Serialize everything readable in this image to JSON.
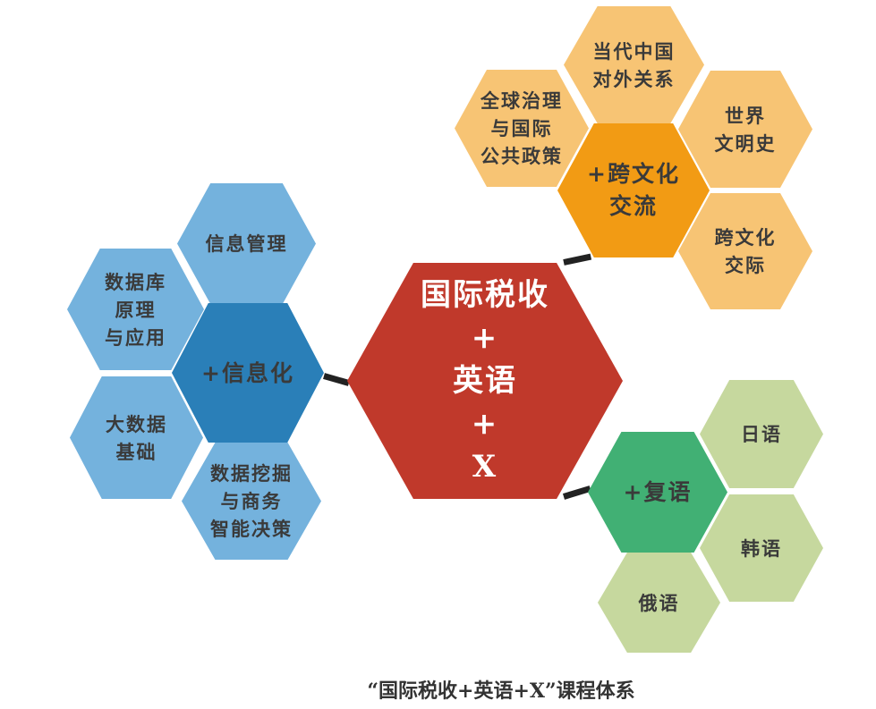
{
  "center": {
    "label": "国际税收\n+\n英语\n+\nX",
    "color": "#c0392b"
  },
  "groups": {
    "info": {
      "hub": "+信息化",
      "hub_color": "#2a7fb8",
      "leaf_color": "#74b2dd",
      "leaves": [
        "信息管理",
        "数据库\n原理\n与应用",
        "大数据\n基础",
        "数据挖掘\n与商务\n智能决策"
      ]
    },
    "culture": {
      "hub": "+跨文化\n交流",
      "hub_color": "#f29b14",
      "leaf_color": "#f7c474",
      "leaves": [
        "当代中国\n对外关系",
        "全球治理\n与国际\n公共政策",
        "世界\n文明史",
        "跨文化\n交际"
      ]
    },
    "lang": {
      "hub": "+复语",
      "hub_color": "#41b074",
      "leaf_color": "#c6d89e",
      "leaves": [
        "日语",
        "韩语",
        "俄语"
      ]
    }
  },
  "caption": "“国际税收+英语+X”课程体系"
}
